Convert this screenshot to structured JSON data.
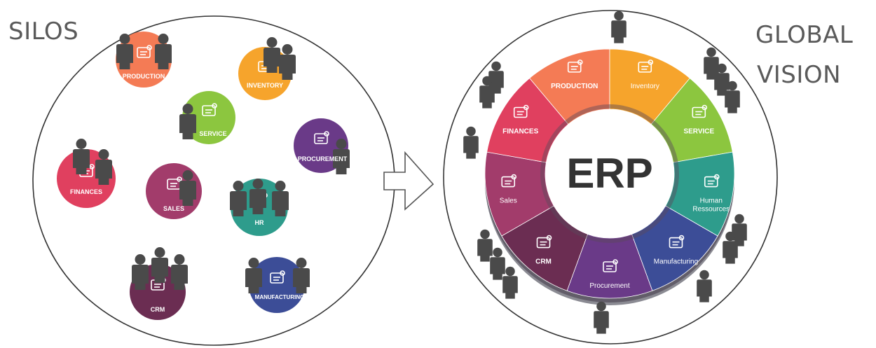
{
  "titles": {
    "left": "SILOS",
    "right_line1": "GLOBAL",
    "right_line2": "VISION"
  },
  "colors": {
    "production": "#f47b55",
    "inventory": "#f6a42c",
    "service": "#8cc63f",
    "procurement": "#6a3a88",
    "finances": "#e0405f",
    "sales": "#a23c6b",
    "hr": "#2e9c8c",
    "crm": "#6b2d52",
    "manufacturing": "#3c4d97",
    "people": "#4a4a4a",
    "outline": "#333333"
  },
  "silos": [
    {
      "id": "production",
      "label": "PRODUCTION",
      "icon": "factory-robot-arm-icon"
    },
    {
      "id": "inventory",
      "label": "INVENTORY",
      "icon": "boxes-clipboard-icon"
    },
    {
      "id": "service",
      "label": "SERVICE",
      "icon": "gear-head-icon"
    },
    {
      "id": "procurement",
      "label": "PROCUREMENT",
      "icon": "shopping-cart-icon"
    },
    {
      "id": "finances",
      "label": "FINANCES",
      "icon": "pie-chart-growth-icon"
    },
    {
      "id": "sales",
      "label": "SALES",
      "icon": "sales-flowchart-icon"
    },
    {
      "id": "hr",
      "label": "HR",
      "icon": "bulb-org-chart-icon"
    },
    {
      "id": "crm",
      "label": "CRM",
      "icon": "target-person-icon"
    },
    {
      "id": "manufacturing",
      "label": "MANUFACTURING",
      "icon": "factory-gears-icon"
    }
  ],
  "erp": {
    "center_label": "ERP",
    "segments": [
      {
        "id": "production",
        "label": "PRODUCTION",
        "icon": "factory-robot-arm-icon"
      },
      {
        "id": "inventory",
        "label": "Inventory",
        "icon": "boxes-clipboard-icon"
      },
      {
        "id": "service",
        "label": "SERVICE",
        "icon": "gear-head-icon"
      },
      {
        "id": "human-ressources",
        "label": "Human Ressources",
        "label_lines": [
          "Human",
          "Ressources"
        ],
        "icon": "bulb-org-chart-icon"
      },
      {
        "id": "manufacturing",
        "label": "Manufacturing",
        "icon": "factory-gears-icon"
      },
      {
        "id": "procurement",
        "label": "Procurement",
        "icon": "shopping-cart-icon"
      },
      {
        "id": "crm",
        "label": "CRM",
        "icon": "target-person-icon"
      },
      {
        "id": "sales",
        "label": "Sales",
        "icon": "cash-register-icon"
      },
      {
        "id": "finances",
        "label": "FINANCES",
        "icon": "pie-chart-growth-icon"
      }
    ]
  },
  "arrow_icon": "right-arrow-icon",
  "person_icon": "person-icon"
}
